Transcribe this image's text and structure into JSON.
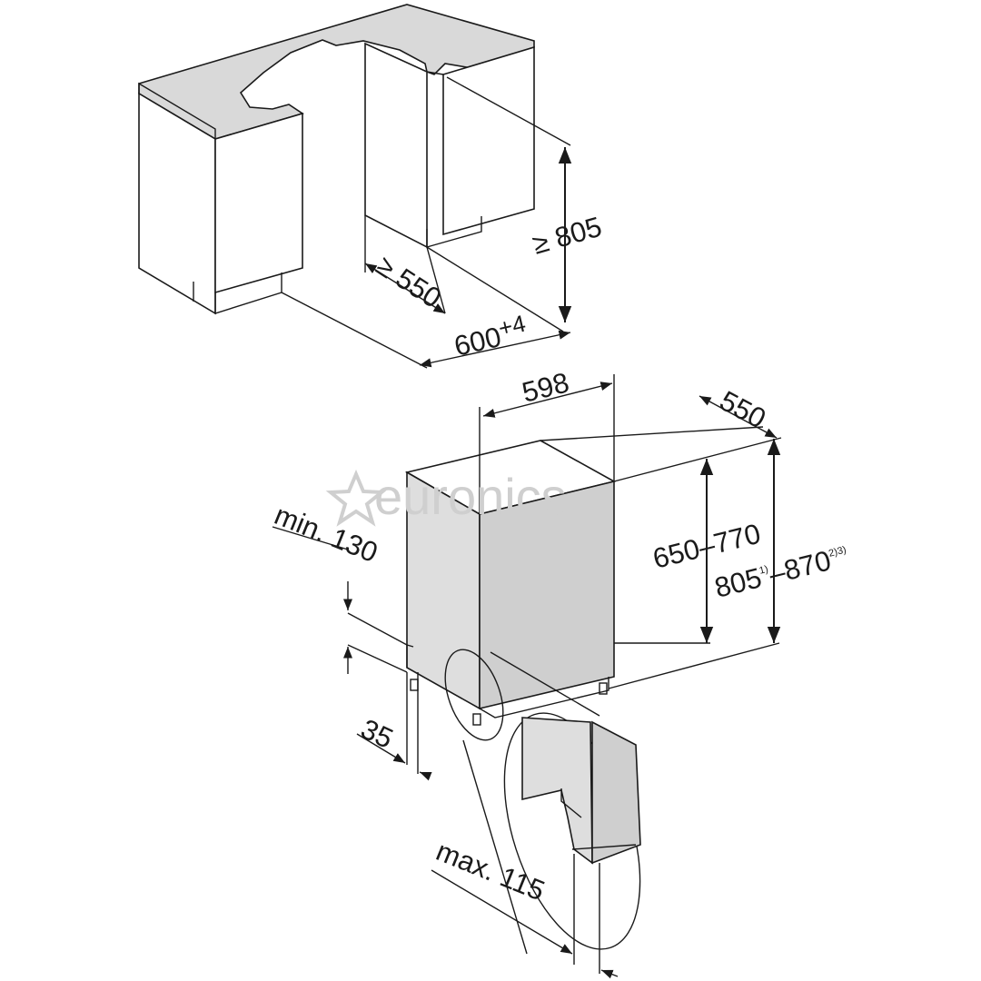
{
  "watermark": {
    "brand": "euronics",
    "icon": "star-icon"
  },
  "niche": {
    "height_min": "≥ 805",
    "depth_min": "≥ 550",
    "width_main": "600",
    "width_plus": "+4"
  },
  "appliance": {
    "width": "598",
    "depth": "550",
    "door_height_range": "650–770",
    "total_height": {
      "min": "805",
      "min_note": "1)",
      "dash": "–",
      "max": "870",
      "max_note": "2)3)"
    },
    "plinth_min": "min. 130",
    "foot_height": "35",
    "door_overhang_max": "max. 115"
  },
  "colors": {
    "line": "#1a1a1a",
    "countertop": "#d9d9d9",
    "appliance_side": "#dedede",
    "appliance_door": "#cfcfcf",
    "watermark": "#cfcfcf"
  }
}
